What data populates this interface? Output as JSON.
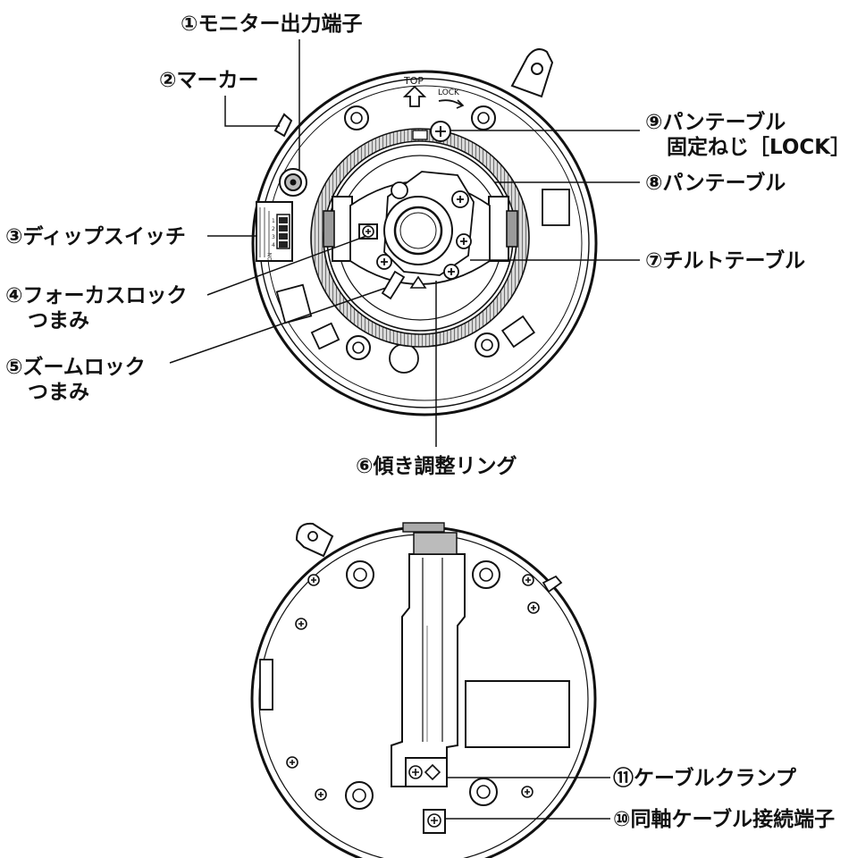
{
  "callouts": {
    "c1": "①モニター出力端子",
    "c2": "②マーカー",
    "c3": "③ディップスイッチ",
    "c4a": "④フォーカスロック",
    "c4b": "つまみ",
    "c5a": "⑤ズームロック",
    "c5b": "つまみ",
    "c6": "⑥傾き調整リング",
    "c7": "⑦チルトテーブル",
    "c8": "⑧パンテーブル",
    "c9a": "⑨パンテーブル",
    "c9b": "固定ねじ［LOCK］",
    "c10": "⑩同軸ケーブル接続端子",
    "c11": "⑪ケーブルクランプ"
  },
  "device_marks": {
    "top": "TOP",
    "lock": "LOCK",
    "dip_on": "ON",
    "dip_numbers": [
      "1",
      "2",
      "3",
      "4"
    ]
  },
  "colors": {
    "line": "#111111",
    "background": "#ffffff",
    "ring_fill": "#cfcfcf",
    "recess": "#e9e9e9"
  }
}
